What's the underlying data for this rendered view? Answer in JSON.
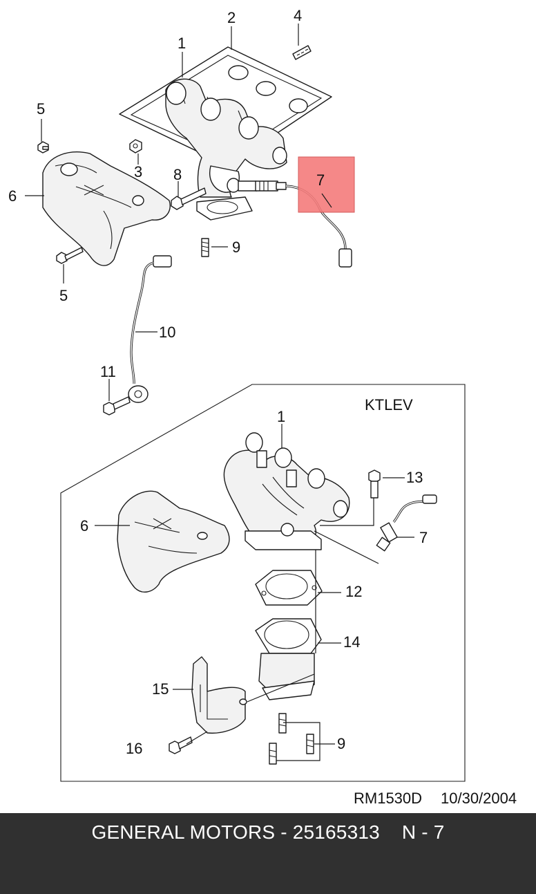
{
  "callouts": {
    "c1": "1",
    "c2": "2",
    "c3": "3",
    "c4": "4",
    "c5a": "5",
    "c5b": "5",
    "c6": "6",
    "c7": "7",
    "c8": "8",
    "c9": "9",
    "c10": "10",
    "c11": "11"
  },
  "highlight": {
    "label": "7",
    "color": "#f47c7c"
  },
  "inset": {
    "title": "KTLEV",
    "callouts": {
      "c1": "1",
      "c6": "6",
      "c7": "7",
      "c9": "9",
      "c12": "12",
      "c13": "13",
      "c14": "14",
      "c15": "15",
      "c16": "16"
    }
  },
  "reference": {
    "code": "RM1530D",
    "date": "10/30/2004"
  },
  "footer": {
    "text": "GENERAL MOTORS - 25165313    N - 7",
    "background": "#303030"
  }
}
